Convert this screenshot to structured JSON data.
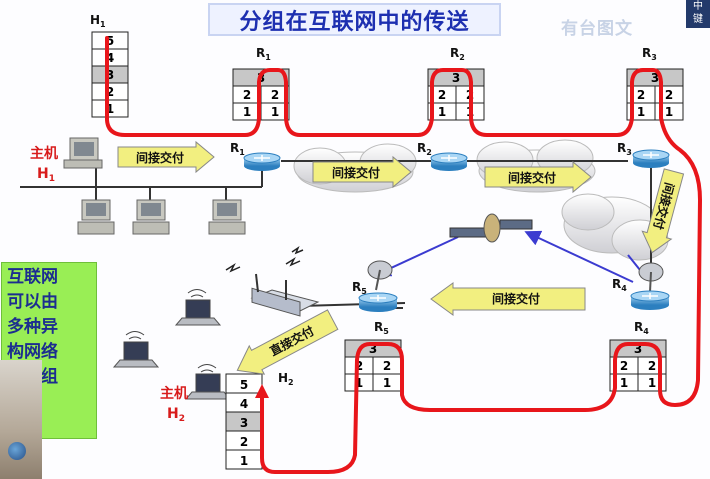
{
  "title": "分组在互联网中的传送",
  "side_note": [
    "互联网",
    "可以由",
    "多种异",
    "构网络",
    "互连组"
  ],
  "hosts": {
    "h1": {
      "label_main": "主机",
      "label": "H",
      "sub": "1",
      "stack": [
        "5",
        "4",
        "3",
        "2",
        "1"
      ]
    },
    "h2": {
      "label_main": "主机",
      "label": "H",
      "sub": "2",
      "stack": [
        "5",
        "4",
        "3",
        "2",
        "1"
      ]
    }
  },
  "routers": [
    {
      "id": "r1",
      "label": "R",
      "sub": "1"
    },
    {
      "id": "r2",
      "label": "R",
      "sub": "2"
    },
    {
      "id": "r3",
      "label": "R",
      "sub": "3"
    },
    {
      "id": "r4",
      "label": "R",
      "sub": "4"
    },
    {
      "id": "r5",
      "label": "R",
      "sub": "5"
    }
  ],
  "router_stack": {
    "top": "3",
    "mid": "2",
    "bottom": "1"
  },
  "arrows": {
    "indirect": "间接交付",
    "direct": "直接交付"
  },
  "colors": {
    "path": "#e8161b",
    "title_text": "#1d2fb0",
    "arrow_fill": "#f2ef80",
    "highlight_row": "#c7c7c7",
    "side_bg": "#99ee55",
    "label_red": "#d81b1b"
  },
  "watermark": "有台图文",
  "corner_badge": [
    "中",
    "键"
  ]
}
